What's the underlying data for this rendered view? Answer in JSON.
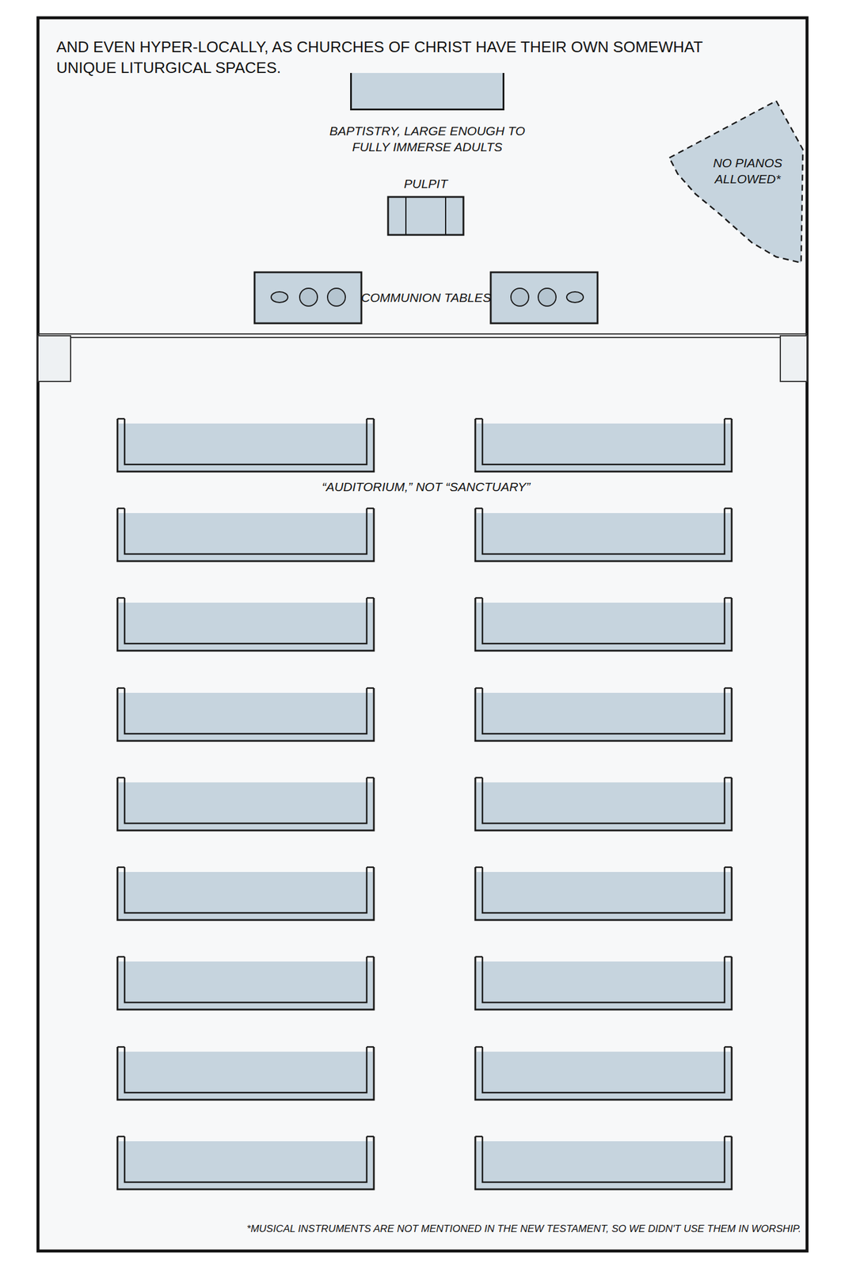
{
  "diagram": {
    "title": "AND EVEN HYPER-LOCALLY, AS CHURCHES OF CHRIST HAVE THEIR OWN SOMEWHAT UNIQUE LITURGICAL SPACES.",
    "nodes": [
      {
        "text": [
          "BAPTISTRY, LARGE ENOUGH TO FULLY IMMERSE ADULTS"
        ]
      },
      {
        "text": [
          "PULPIT"
        ]
      },
      {
        "text": [
          "NO PIANOS ALLOWED*"
        ]
      }
    ],
    "labels": [
      "COMMUNION TABLES",
      "“AUDITORIUM,” NOT “SANCTUARY”",
      "*MUSICAL INSTRUMENTS ARE NOT MENTIONED IN THE NEW TESTAMENT, SO WE DIDN'T USE THEM IN WORSHIP."
    ]
  }
}
